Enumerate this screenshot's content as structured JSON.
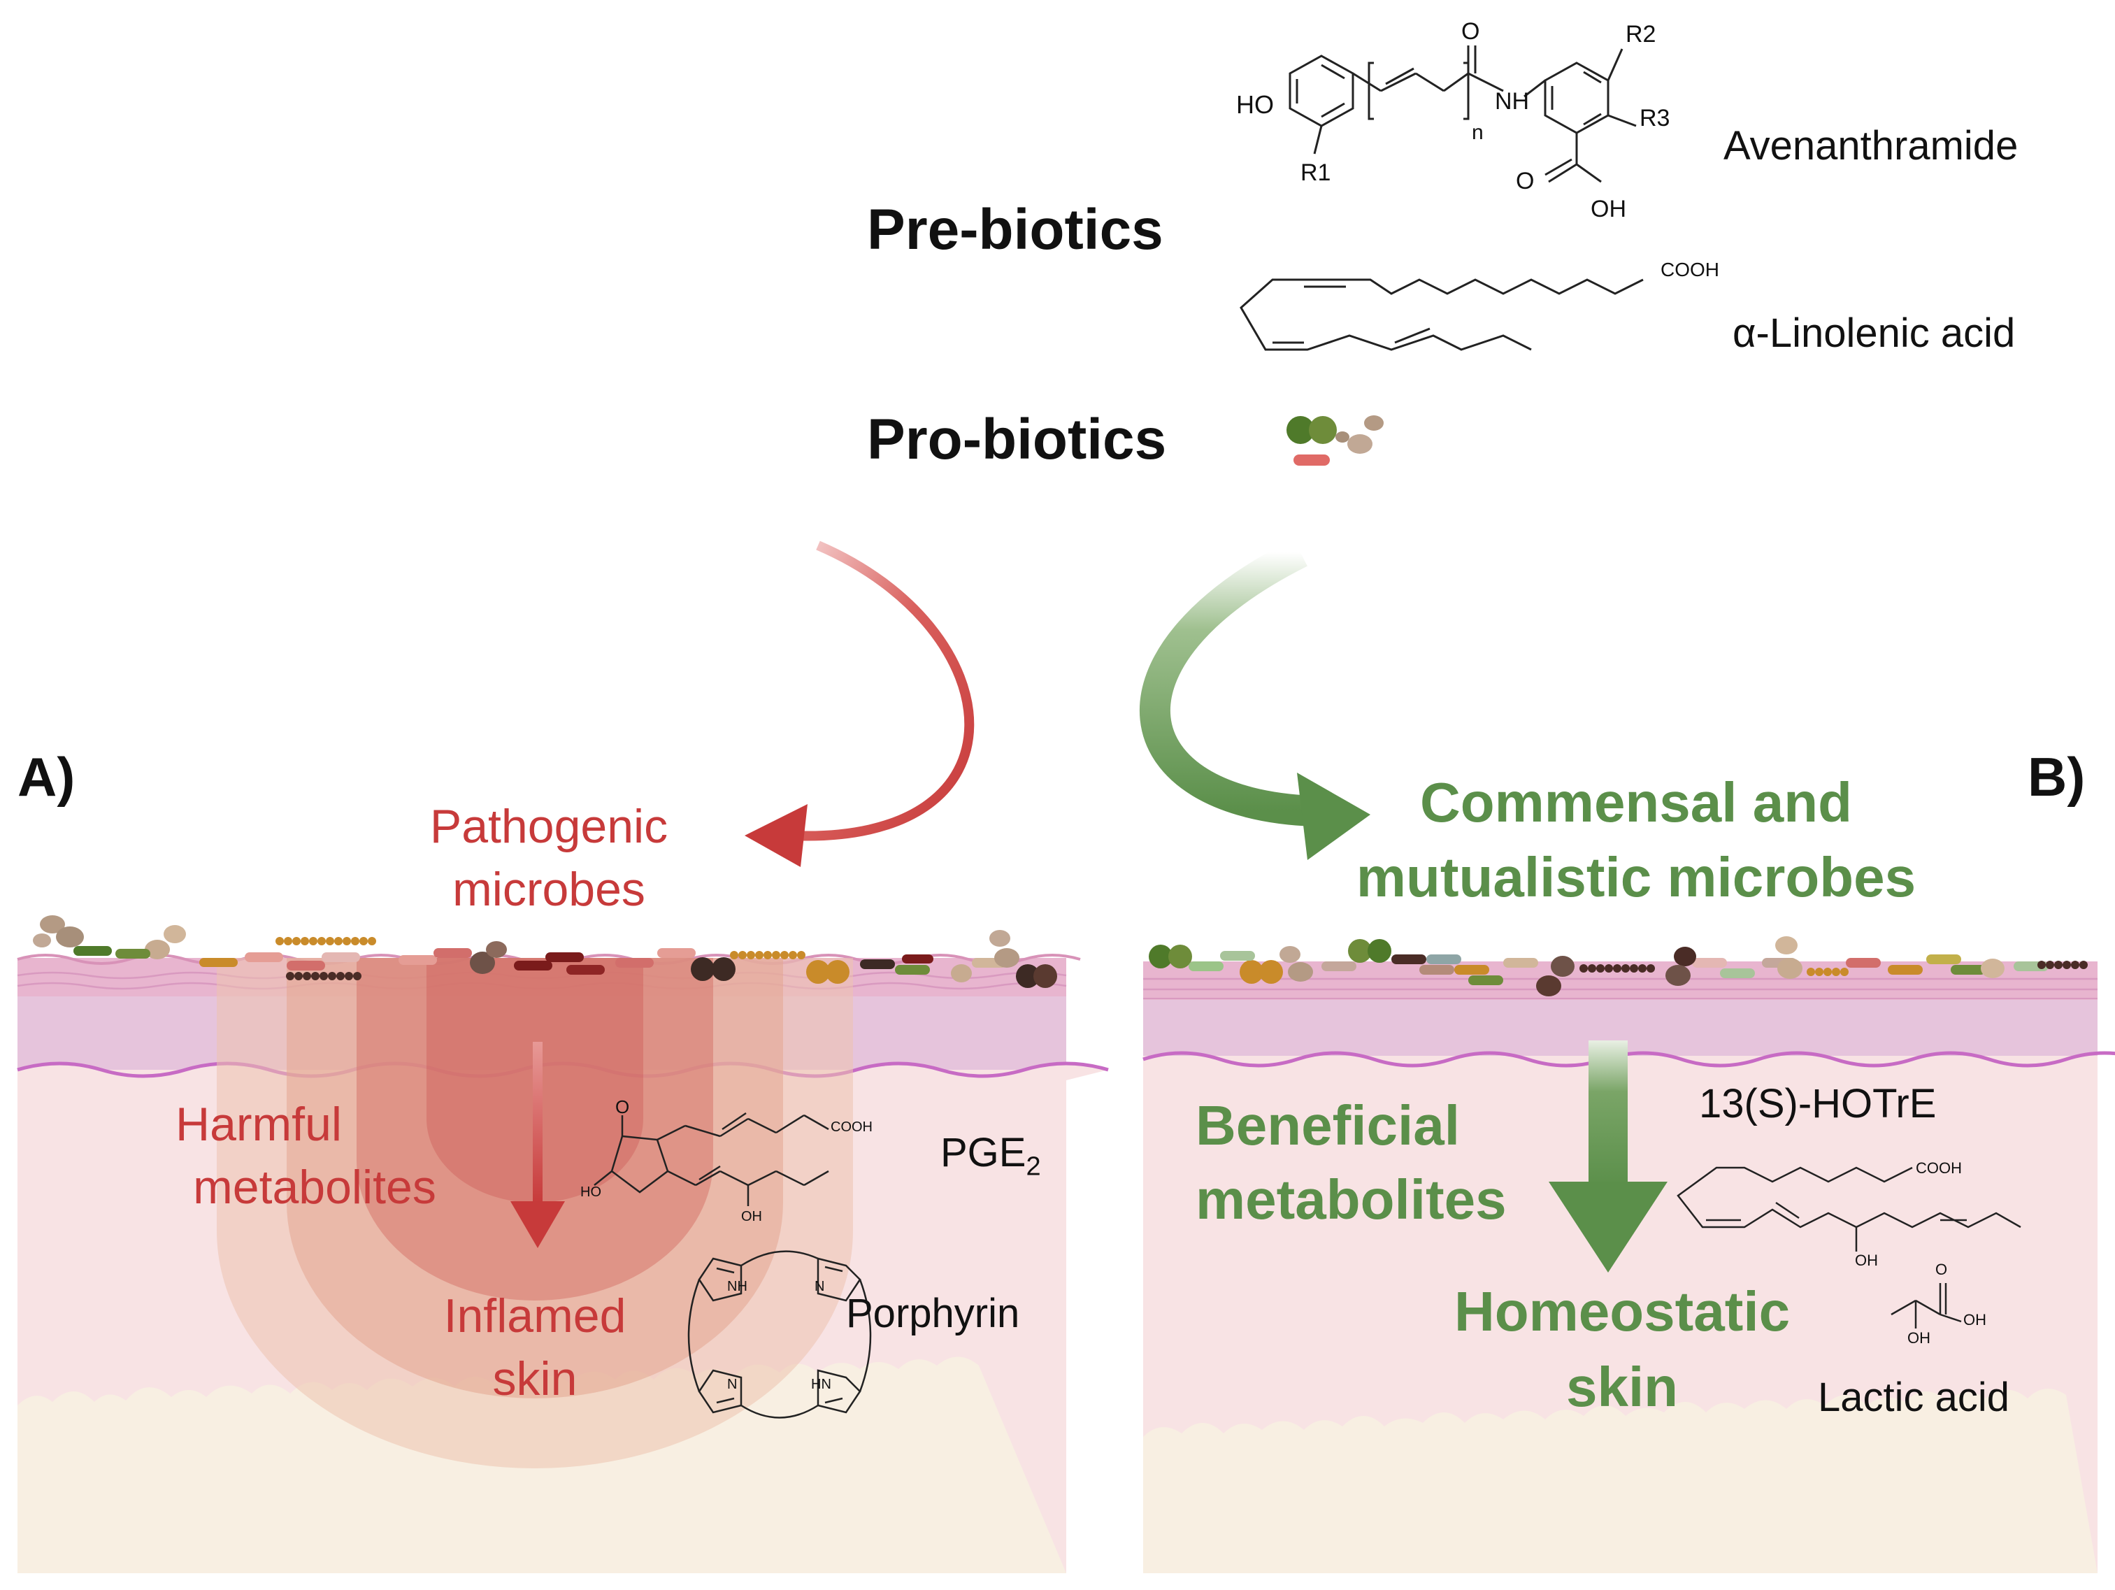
{
  "top": {
    "prebiotics_heading": "Pre-biotics",
    "probiotics_heading": "Pro-biotics",
    "avenanthramide": {
      "name": "Avenanthramide",
      "labels": [
        "HO",
        "R1",
        "R2",
        "R3",
        "n",
        "NH",
        "O",
        "O",
        "OH"
      ]
    },
    "linolenic": {
      "name": "α-Linolenic acid",
      "group": "COOH"
    }
  },
  "panel_a": {
    "tag": "A)",
    "microbes_line1": "Pathogenic",
    "microbes_line2": "microbes",
    "metabolites_line1": "Harmful",
    "metabolites_line2": "metabolites",
    "skin_line1": "Inflamed",
    "skin_line2": "skin",
    "pge2": {
      "name": "PGE",
      "subscript": "2",
      "labels": [
        "O",
        "COOH",
        "HO",
        "OH"
      ]
    },
    "porphyrin": {
      "name": "Porphyrin",
      "labels": [
        "NH",
        "N",
        "N",
        "HN"
      ]
    },
    "arrow_color": "#c73a3a"
  },
  "panel_b": {
    "tag": "B)",
    "microbes_line1": "Commensal and",
    "microbes_line2": "mutualistic microbes",
    "metabolites_line1": "Beneficial",
    "metabolites_line2": "metabolites",
    "skin_line1": "Homeostatic",
    "skin_line2": "skin",
    "hotre": {
      "name": "13(S)-HOTrE",
      "labels": [
        "COOH",
        "OH"
      ]
    },
    "lactic": {
      "name": "Lactic acid",
      "labels": [
        "O",
        "OH",
        "OH"
      ]
    },
    "arrow_color": "#5b8f4a"
  },
  "colors": {
    "epidermis": "#e6c4dc",
    "stratum": "#e8b5cf",
    "dermis": "#f8e3e4",
    "hypodermis": "#f8efe2",
    "inflammation": "#c0504d"
  }
}
